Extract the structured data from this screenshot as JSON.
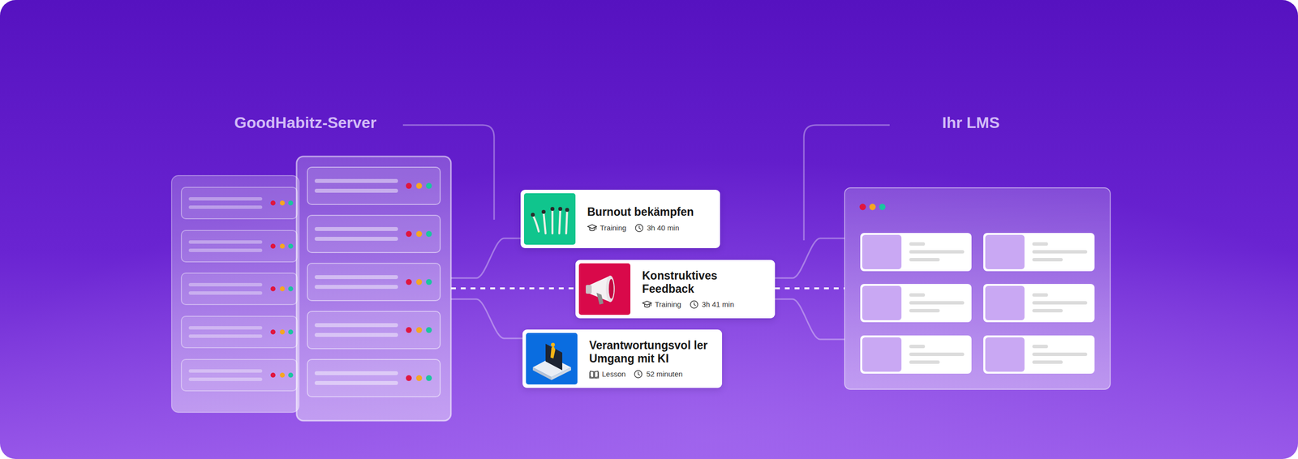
{
  "diagram": {
    "nodes": [
      {
        "text": [
          "GoodHabitz-Server"
        ]
      },
      {
        "text": [
          "Burnout bekämpfen",
          "Training",
          "3h 40 min"
        ]
      },
      {
        "text": [
          "Konstruktives Feedback",
          "Training",
          "3h 41 min"
        ]
      },
      {
        "text": [
          "Verantwortungsvol ler Umgang mit KI",
          "Lesson",
          "52 minuten"
        ]
      },
      {
        "text": [
          "Ihr LMS"
        ]
      }
    ],
    "edges": [
      {
        "from": 0,
        "to": 1,
        "arrow": "none"
      },
      {
        "from": 0,
        "to": 2,
        "arrow": "none"
      },
      {
        "from": 0,
        "to": 3,
        "arrow": "none"
      },
      {
        "from": 2,
        "to": 4,
        "arrow": "none"
      },
      {
        "from": 2,
        "to": 4,
        "arrow": "none"
      },
      {
        "from": 2,
        "to": 4,
        "arrow": "none"
      }
    ]
  }
}
